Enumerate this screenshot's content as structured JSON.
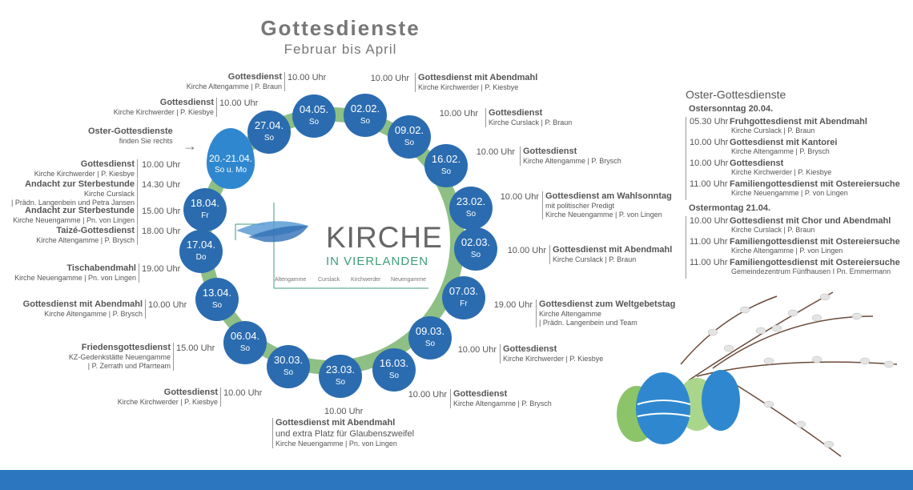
{
  "header": {
    "title": "Gottesdienste",
    "subtitle": "Februar bis April"
  },
  "logo": {
    "word": "KIRCHE",
    "sub": "IN VIERLANDEN",
    "places": [
      "Altengamme",
      "Curslack",
      "Kirchwerder",
      "Neuengamme"
    ]
  },
  "bubbles": [
    {
      "date": "02.02.",
      "day": "So"
    },
    {
      "date": "09.02.",
      "day": "So"
    },
    {
      "date": "16.02.",
      "day": "So"
    },
    {
      "date": "23.02.",
      "day": "So"
    },
    {
      "date": "02.03.",
      "day": "So"
    },
    {
      "date": "07.03.",
      "day": "Fr"
    },
    {
      "date": "09.03.",
      "day": "So"
    },
    {
      "date": "16.03.",
      "day": "So"
    },
    {
      "date": "23.03.",
      "day": "So"
    },
    {
      "date": "30.03.",
      "day": "So"
    },
    {
      "date": "06.04.",
      "day": "So"
    },
    {
      "date": "13.04.",
      "day": "So"
    },
    {
      "date": "17.04.",
      "day": "Do"
    },
    {
      "date": "18.04.",
      "day": "Fr"
    },
    {
      "date": "27.04.",
      "day": "So"
    },
    {
      "date": "04.05.",
      "day": "So"
    }
  ],
  "egg": {
    "date": "20.-21.04.",
    "day": "So u. Mo"
  },
  "pointer": {
    "title": "Oster-Gottesdienste",
    "sub": "finden Sie rechts"
  },
  "events_right": [
    {
      "time": "10.00 Uhr",
      "title": "Gottesdienst mit Abendmahl",
      "sub": [
        "Kirche Kirchwerder | P. Kiesbye"
      ]
    },
    {
      "time": "10.00 Uhr",
      "title": "Gottesdienst",
      "sub": [
        "Kirche Curslack | P. Braun"
      ]
    },
    {
      "time": "10.00 Uhr",
      "title": "Gottesdienst",
      "sub": [
        "Kirche Altengamme | P. Brysch"
      ]
    },
    {
      "time": "10.00 Uhr",
      "title": "Gottesdienst am Wahlsonntag",
      "sub": [
        "mit politischer Predigt",
        "Kirche Neuengamme | P. von Lingen"
      ]
    },
    {
      "time": "10.00 Uhr",
      "title": "Gottesdienst mit Abendmahl",
      "sub": [
        "Kirche Curslack | P. Braun"
      ]
    },
    {
      "time": "19.00 Uhr",
      "title": "Gottesdienst zum Weltgebetstag",
      "sub": [
        "Kirche Altengamme",
        "| Prädn. Langenbein und Team"
      ]
    },
    {
      "time": "10.00 Uhr",
      "title": "Gottesdienst",
      "sub": [
        "Kirche Kirchwerder | P. Kiesbye"
      ]
    },
    {
      "time": "10.00 Uhr",
      "title": "Gottesdienst",
      "sub": [
        "Kirche Altengamme | P. Brysch"
      ]
    }
  ],
  "event_bottom": {
    "time": "10.00 Uhr",
    "title": "Gottesdienst mit Abendmahl",
    "sub": [
      "und extra Platz für Glaubenszweifel",
      "Kirche Neuengamme | Pn. von Lingen"
    ]
  },
  "events_left": [
    {
      "time": "10.00 Uhr",
      "title": "Gottesdienst",
      "sub": [
        "Kirche Altengamme | P. Braun"
      ]
    },
    {
      "time": "10.00 Uhr",
      "title": "Gottesdienst",
      "sub": [
        "Kirche Kirchwerder | P. Kiesbye"
      ]
    },
    {
      "time": "10.00 Uhr",
      "title": "Gottesdienst",
      "sub": [
        "Kirche Kirchwerder | P. Kiesbye"
      ]
    },
    {
      "time": "14.30 Uhr",
      "title": "Andacht zur Sterbestunde",
      "sub": [
        "Kirche Curslack",
        "| Prädn. Langenbein und Petra Jansen"
      ]
    },
    {
      "time": "15.00 Uhr",
      "title": "Andacht zur Sterbestunde",
      "sub": [
        "Kirche Neuengamme | Pn. von Lingen"
      ]
    },
    {
      "time": "18.00 Uhr",
      "title": "Taizé-Gottesdienst",
      "sub": [
        "Kirche Altengamme | P. Brysch"
      ]
    },
    {
      "time": "19.00 Uhr",
      "title": "Tischabendmahl",
      "sub": [
        "Kirche Neuengamme | Pn. von Lingen"
      ]
    },
    {
      "time": "10.00 Uhr",
      "title": "Gottesdienst mit Abendmahl",
      "sub": [
        "Kirche Altengamme | P. Brysch"
      ]
    },
    {
      "time": "15.00 Uhr",
      "title": "Friedensgottesdienst",
      "sub": [
        "KZ-Gedenkstätte Neuengamme",
        "| P. Zerrath und Pfarrteam"
      ]
    },
    {
      "time": "10.00 Uhr",
      "title": "Gottesdienst",
      "sub": [
        "Kirche Kirchwerder | P. Kiesbye"
      ]
    }
  ],
  "easter": {
    "heading": "Oster-Gottesdienste",
    "sunday": {
      "label": "Ostersonntag 20.04.",
      "items": [
        {
          "time": "05.30 Uhr",
          "title": "Fruhgottesdienst mit Abendmahl",
          "sub": "Kirche Curslack | P. Braun"
        },
        {
          "time": "10.00 Uhr",
          "title": "Gottesdienst mit Kantorei",
          "sub": "Kirche Altengamme | P. Brysch"
        },
        {
          "time": "10.00 Uhr",
          "title": "Gottesdienst",
          "sub": "Kirche Kirchwerder | P. Kiesbye"
        },
        {
          "time": "11.00 Uhr",
          "title": "Familiengottesdienst mit Ostereiersuche",
          "sub": "Kirche Neuengamme | P. von Lingen"
        }
      ]
    },
    "monday": {
      "label": "Ostermontag 21.04.",
      "items": [
        {
          "time": "10.00 Uhr",
          "title": "Gottesdienst mit Chor und Abendmahl",
          "sub": "Kirche Curslack | P. Braun"
        },
        {
          "time": "11.00 Uhr",
          "title": "Familiengottesdienst mit Ostereiersuche",
          "sub": "Kirche Altengamme | P. von Lingen"
        },
        {
          "time": "11.00 Uhr",
          "title": "Familiengottesdienst mit Ostereiersuche",
          "sub": "Gemeindezentrum Fünfhausen I Pn. Emmermann"
        }
      ]
    }
  }
}
